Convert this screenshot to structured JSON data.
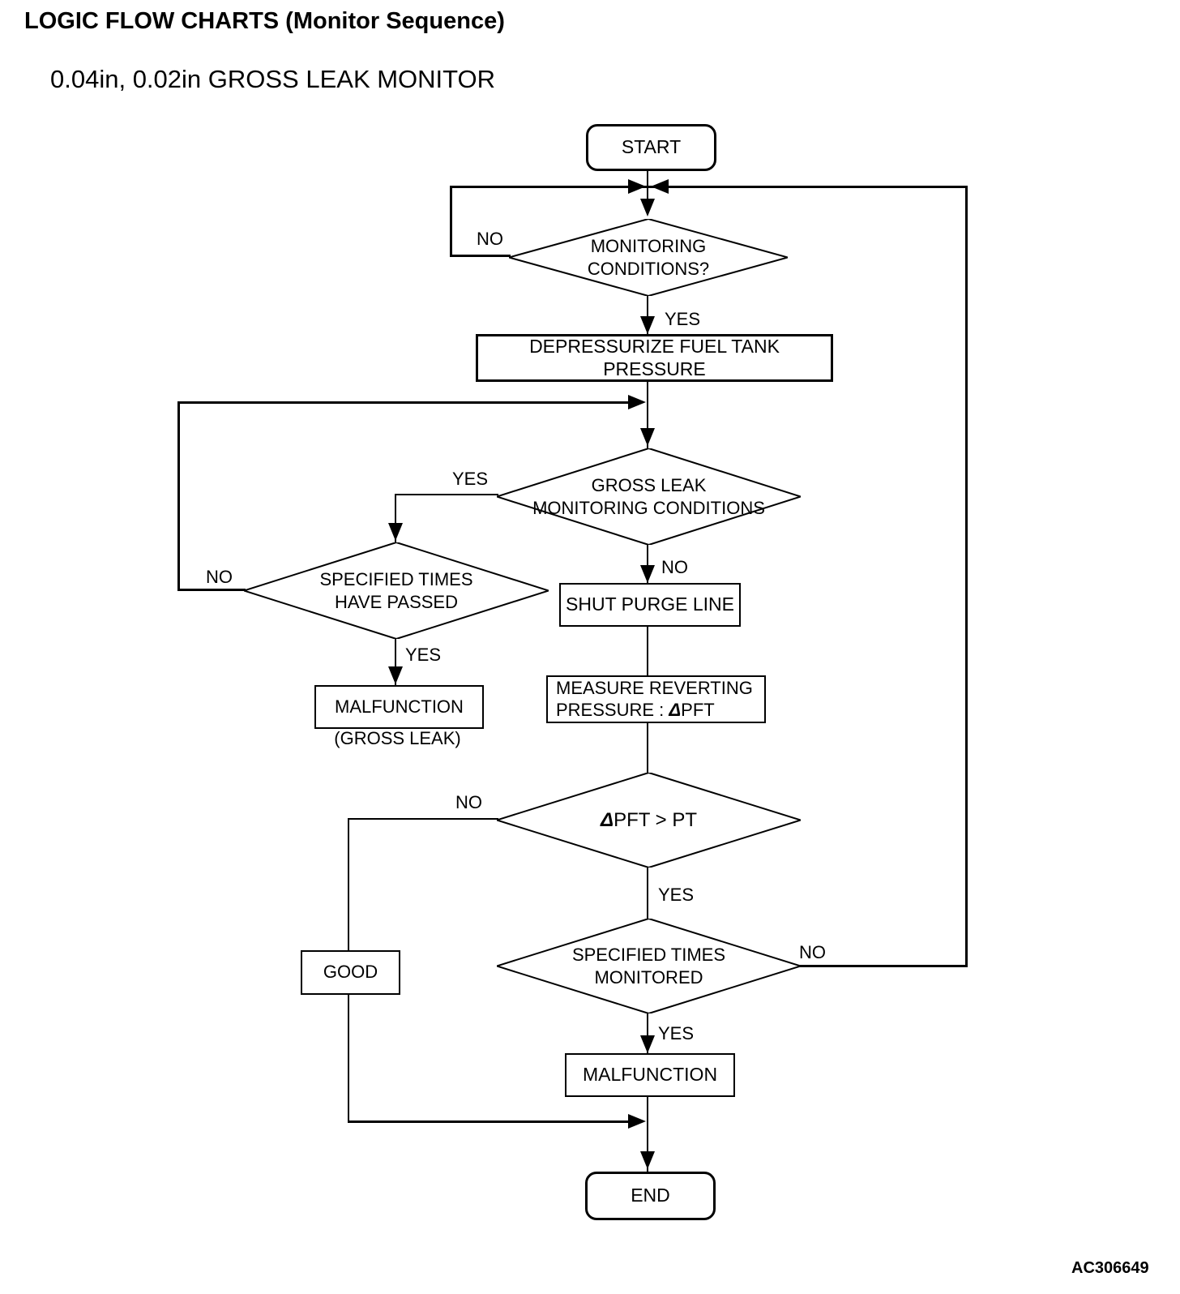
{
  "page": {
    "title": "LOGIC FLOW CHARTS (Monitor Sequence)",
    "subtitle": "0.04in, 0.02in GROSS LEAK MONITOR",
    "figure_id": "AC306649"
  },
  "colors": {
    "line": "#000000",
    "background": "#ffffff",
    "text": "#000000"
  },
  "nodes": {
    "start": {
      "type": "terminator",
      "label": "START"
    },
    "monitoring_conditions": {
      "type": "decision",
      "line1": "MONITORING",
      "line2": "CONDITIONS?"
    },
    "depressurize": {
      "type": "process",
      "label": "DEPRESSURIZE FUEL TANK PRESSURE"
    },
    "gross_leak_conditions": {
      "type": "decision",
      "line1": "GROSS LEAK",
      "line2": "MONITORING CONDITIONS"
    },
    "specified_times_passed": {
      "type": "decision",
      "line1": "SPECIFIED TIMES",
      "line2": "HAVE PASSED"
    },
    "malfunction_gross_leak": {
      "type": "process",
      "label": "MALFUNCTION",
      "sublabel": "(GROSS LEAK)"
    },
    "shut_purge_line": {
      "type": "process",
      "label": "SHUT PURGE LINE"
    },
    "measure_reverting": {
      "type": "process",
      "line1": "MEASURE REVERTING",
      "line2_prefix": "PRESSURE : ",
      "delta": "Δ",
      "line2_suffix": "PFT"
    },
    "dpft_gt_pt": {
      "type": "decision",
      "delta": "Δ",
      "rest": "PFT > PT"
    },
    "specified_times_monitored": {
      "type": "decision",
      "line1": "SPECIFIED TIMES",
      "line2": "MONITORED"
    },
    "good": {
      "type": "process",
      "label": "GOOD"
    },
    "malfunction": {
      "type": "process",
      "label": "MALFUNCTION"
    },
    "end": {
      "type": "terminator",
      "label": "END"
    }
  },
  "edge_labels": {
    "monitoring_no": "NO",
    "monitoring_yes": "YES",
    "gross_leak_yes": "YES",
    "gross_leak_no": "NO",
    "times_passed_no": "NO",
    "times_passed_yes": "YES",
    "dpft_no": "NO",
    "dpft_yes": "YES",
    "times_monitored_yes": "YES",
    "times_monitored_no": "NO"
  }
}
